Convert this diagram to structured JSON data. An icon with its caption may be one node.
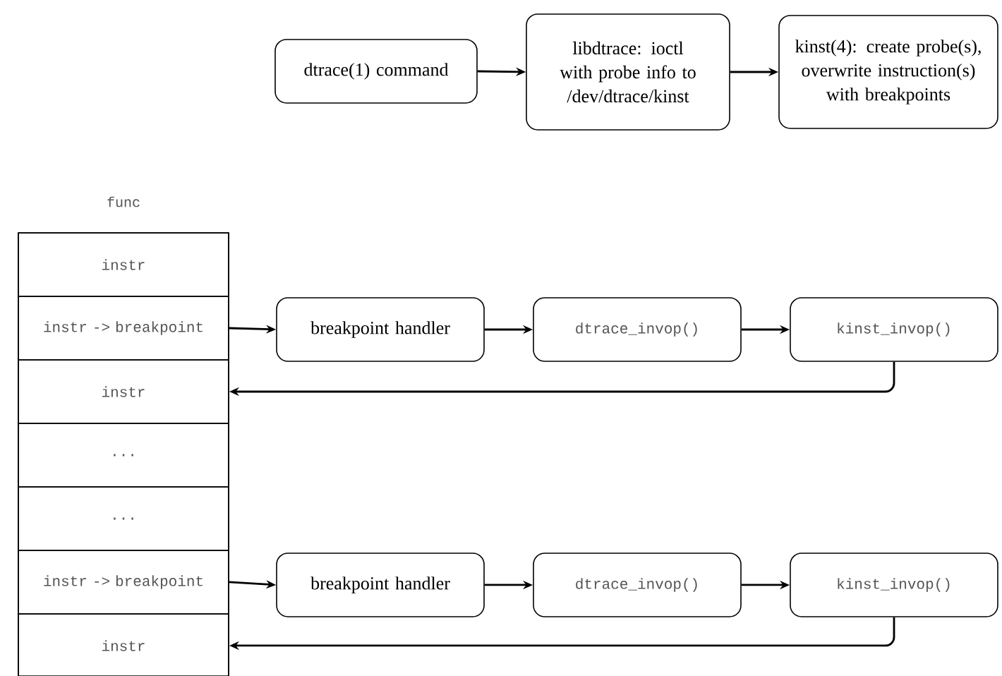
{
  "diagram": {
    "nodes": [
      {
        "text": [
          "dtrace(1) command"
        ]
      },
      {
        "text": [
          "libdtrace: ioctl with probe info to /dev/dtrace/kinst"
        ]
      },
      {
        "text": [
          "kinst(4): create probe(s), overwrite instruction(s) with breakpoints"
        ]
      },
      {
        "text": [
          "func"
        ]
      },
      {
        "text": [
          "instr"
        ],
        "in": 3
      },
      {
        "text": [
          "instr -> breakpoint"
        ],
        "in": 3
      },
      {
        "text": [
          "instr"
        ],
        "in": 3
      },
      {
        "text": [
          "..."
        ],
        "in": 3
      },
      {
        "text": [
          "..."
        ],
        "in": 3
      },
      {
        "text": [
          "instr -> breakpoint"
        ],
        "in": 3
      },
      {
        "text": [
          "instr"
        ],
        "in": 3
      },
      {
        "text": [
          "breakpoint handler"
        ]
      },
      {
        "text": [
          "dtrace_invop()"
        ]
      },
      {
        "text": [
          "kinst_invop()"
        ]
      },
      {
        "text": [
          "breakpoint handler"
        ]
      },
      {
        "text": [
          "dtrace_invop()"
        ]
      },
      {
        "text": [
          "kinst_invop()"
        ]
      }
    ],
    "edges": [
      {
        "from": 0,
        "to": 1,
        "arrow": "to"
      },
      {
        "from": 1,
        "to": 2,
        "arrow": "to"
      },
      {
        "from": 5,
        "to": 11,
        "arrow": "to"
      },
      {
        "from": 11,
        "to": 12,
        "arrow": "to"
      },
      {
        "from": 12,
        "to": 13,
        "arrow": "to"
      },
      {
        "from": 13,
        "to": 6,
        "arrow": "to"
      },
      {
        "from": 9,
        "to": 14,
        "arrow": "to"
      },
      {
        "from": 14,
        "to": 15,
        "arrow": "to"
      },
      {
        "from": 15,
        "to": 16,
        "arrow": "to"
      },
      {
        "from": 16,
        "to": 10,
        "arrow": "to"
      }
    ]
  }
}
